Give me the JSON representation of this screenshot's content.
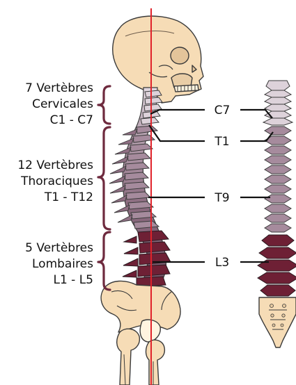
{
  "regions": [
    {
      "id": "cervical",
      "lines": [
        "7 Vertèbres",
        "Cervicales",
        "C1 - C7"
      ]
    },
    {
      "id": "thoracic",
      "lines": [
        "12 Vertèbres",
        "Thoraciques",
        "T1 - T12"
      ]
    },
    {
      "id": "lumbar",
      "lines": [
        "5 Vertèbres",
        "Lombaires",
        "L1 - L5"
      ]
    }
  ],
  "markers": [
    {
      "id": "c7",
      "label": "C7"
    },
    {
      "id": "t1",
      "label": "T1"
    },
    {
      "id": "t9",
      "label": "T9"
    },
    {
      "id": "l3",
      "label": "L3"
    }
  ],
  "colors": {
    "bone": "#f6dcb6",
    "cervical": "#d8ccd6",
    "thoracic": "#8f6f83",
    "lumbar": "#6e2035",
    "brace": "#6e2a3e",
    "axis_line": "#e0222a"
  }
}
